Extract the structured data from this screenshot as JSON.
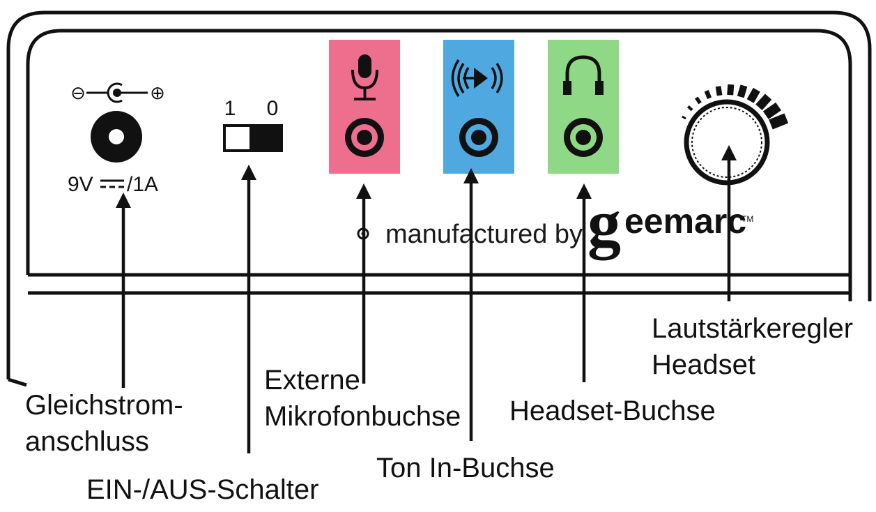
{
  "panel": {
    "power": {
      "polarity_minus": "⊖",
      "polarity_plus": "⊕",
      "rating_prefix": "9V",
      "rating_suffix": "/1A"
    },
    "switch": {
      "position_on": "1",
      "position_off": "0"
    },
    "jacks": [
      {
        "name": "microphone",
        "color": "#ee6e8e",
        "icon": "microphone-icon"
      },
      {
        "name": "audio-in",
        "color": "#4fa9e0",
        "icon": "sound-wave-icon"
      },
      {
        "name": "headset",
        "color": "#8fd886",
        "icon": "headphones-icon"
      }
    ],
    "brand": {
      "prefix": "manufactured by",
      "g": "g",
      "name": "eemarc",
      "tm": "TM"
    }
  },
  "labels": {
    "dc_power_line1": "Gleichstrom-",
    "dc_power_line2": "anschluss",
    "power_switch": "EIN-/AUS-Schalter",
    "ext_mic_line1": "Externe",
    "ext_mic_line2": "Mikrofonbuchse",
    "audio_in": "Ton In-Buchse",
    "headset_jack": "Headset-Buchse",
    "volume_line1": "Lautstärkeregler",
    "volume_line2": "Headset"
  }
}
